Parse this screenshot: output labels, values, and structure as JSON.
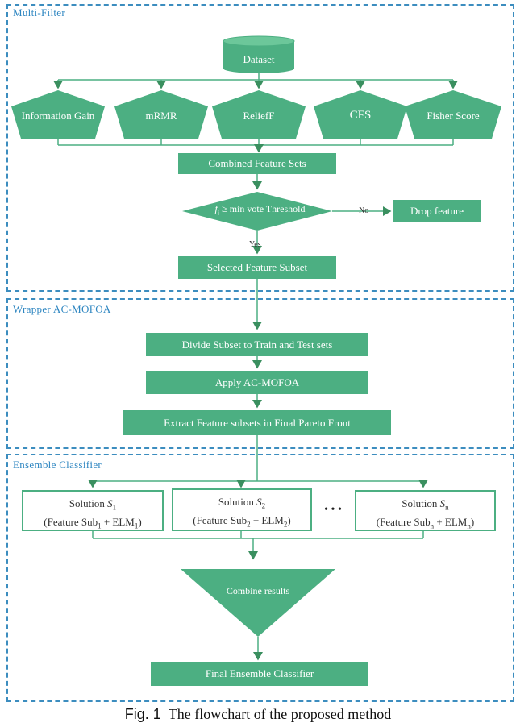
{
  "sections": {
    "multi_filter": "Multi-Filter",
    "wrapper": "Wrapper AC-MOFOA",
    "ensemble": "Ensemble Classifier"
  },
  "nodes": {
    "dataset": "Dataset",
    "filters": [
      "Information Gain",
      "mRMR",
      "ReliefF",
      "CFS",
      "Fisher Score"
    ],
    "combined": "Combined Feature Sets",
    "decision": "≥ min vote Threshold",
    "decision_var": "f",
    "decision_sub": "i",
    "no_label": "No",
    "yes_label": "Yes",
    "drop": "Drop feature",
    "selected": "Selected Feature Subset",
    "divide": "Divide Subset to Train and Test sets",
    "apply": "Apply AC-MOFOA",
    "extract": "Extract Feature subsets in Final Pareto Front",
    "combine": "Combine results",
    "final": "Final Ensemble Classifier",
    "ellipsis": "• • •"
  },
  "solutions": [
    {
      "title": "Solution",
      "var": "S",
      "sub": "1",
      "feat": "Feature Sub",
      "fsub": "1",
      "elm": "ELM",
      "esub": "1"
    },
    {
      "title": "Solution",
      "var": "S",
      "sub": "2",
      "feat": "Feature Sub",
      "fsub": "2",
      "elm": "ELM",
      "esub": "2"
    },
    {
      "title": "Solution",
      "var": "S",
      "sub": "n",
      "feat": "Feature Sub",
      "fsub": "n",
      "elm": "ELM",
      "esub": "n"
    }
  ],
  "caption": {
    "fig": "Fig. 1",
    "text": "The flowchart of the proposed method"
  },
  "colors": {
    "green": "#4caf82",
    "dashed_border": "#3c8dbf",
    "section_title": "#2e86c1"
  }
}
